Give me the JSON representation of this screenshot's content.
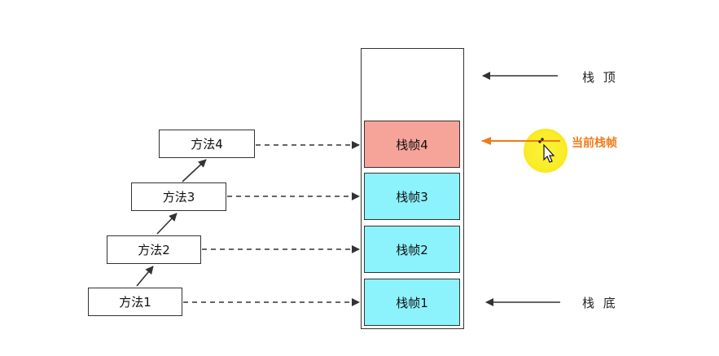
{
  "methods": [
    "方法4",
    "方法3",
    "方法2",
    "方法1"
  ],
  "frames": [
    "栈帧4",
    "栈帧3",
    "栈帧2",
    "栈帧1"
  ],
  "labels": {
    "top": "栈 顶",
    "current": "当前栈帧",
    "bottom": "栈 底"
  },
  "colors": {
    "current_frame": "#f6a49a",
    "frame": "#8cf2fb",
    "current_arrow": "#f07a18",
    "highlight": "#fdf23c"
  }
}
